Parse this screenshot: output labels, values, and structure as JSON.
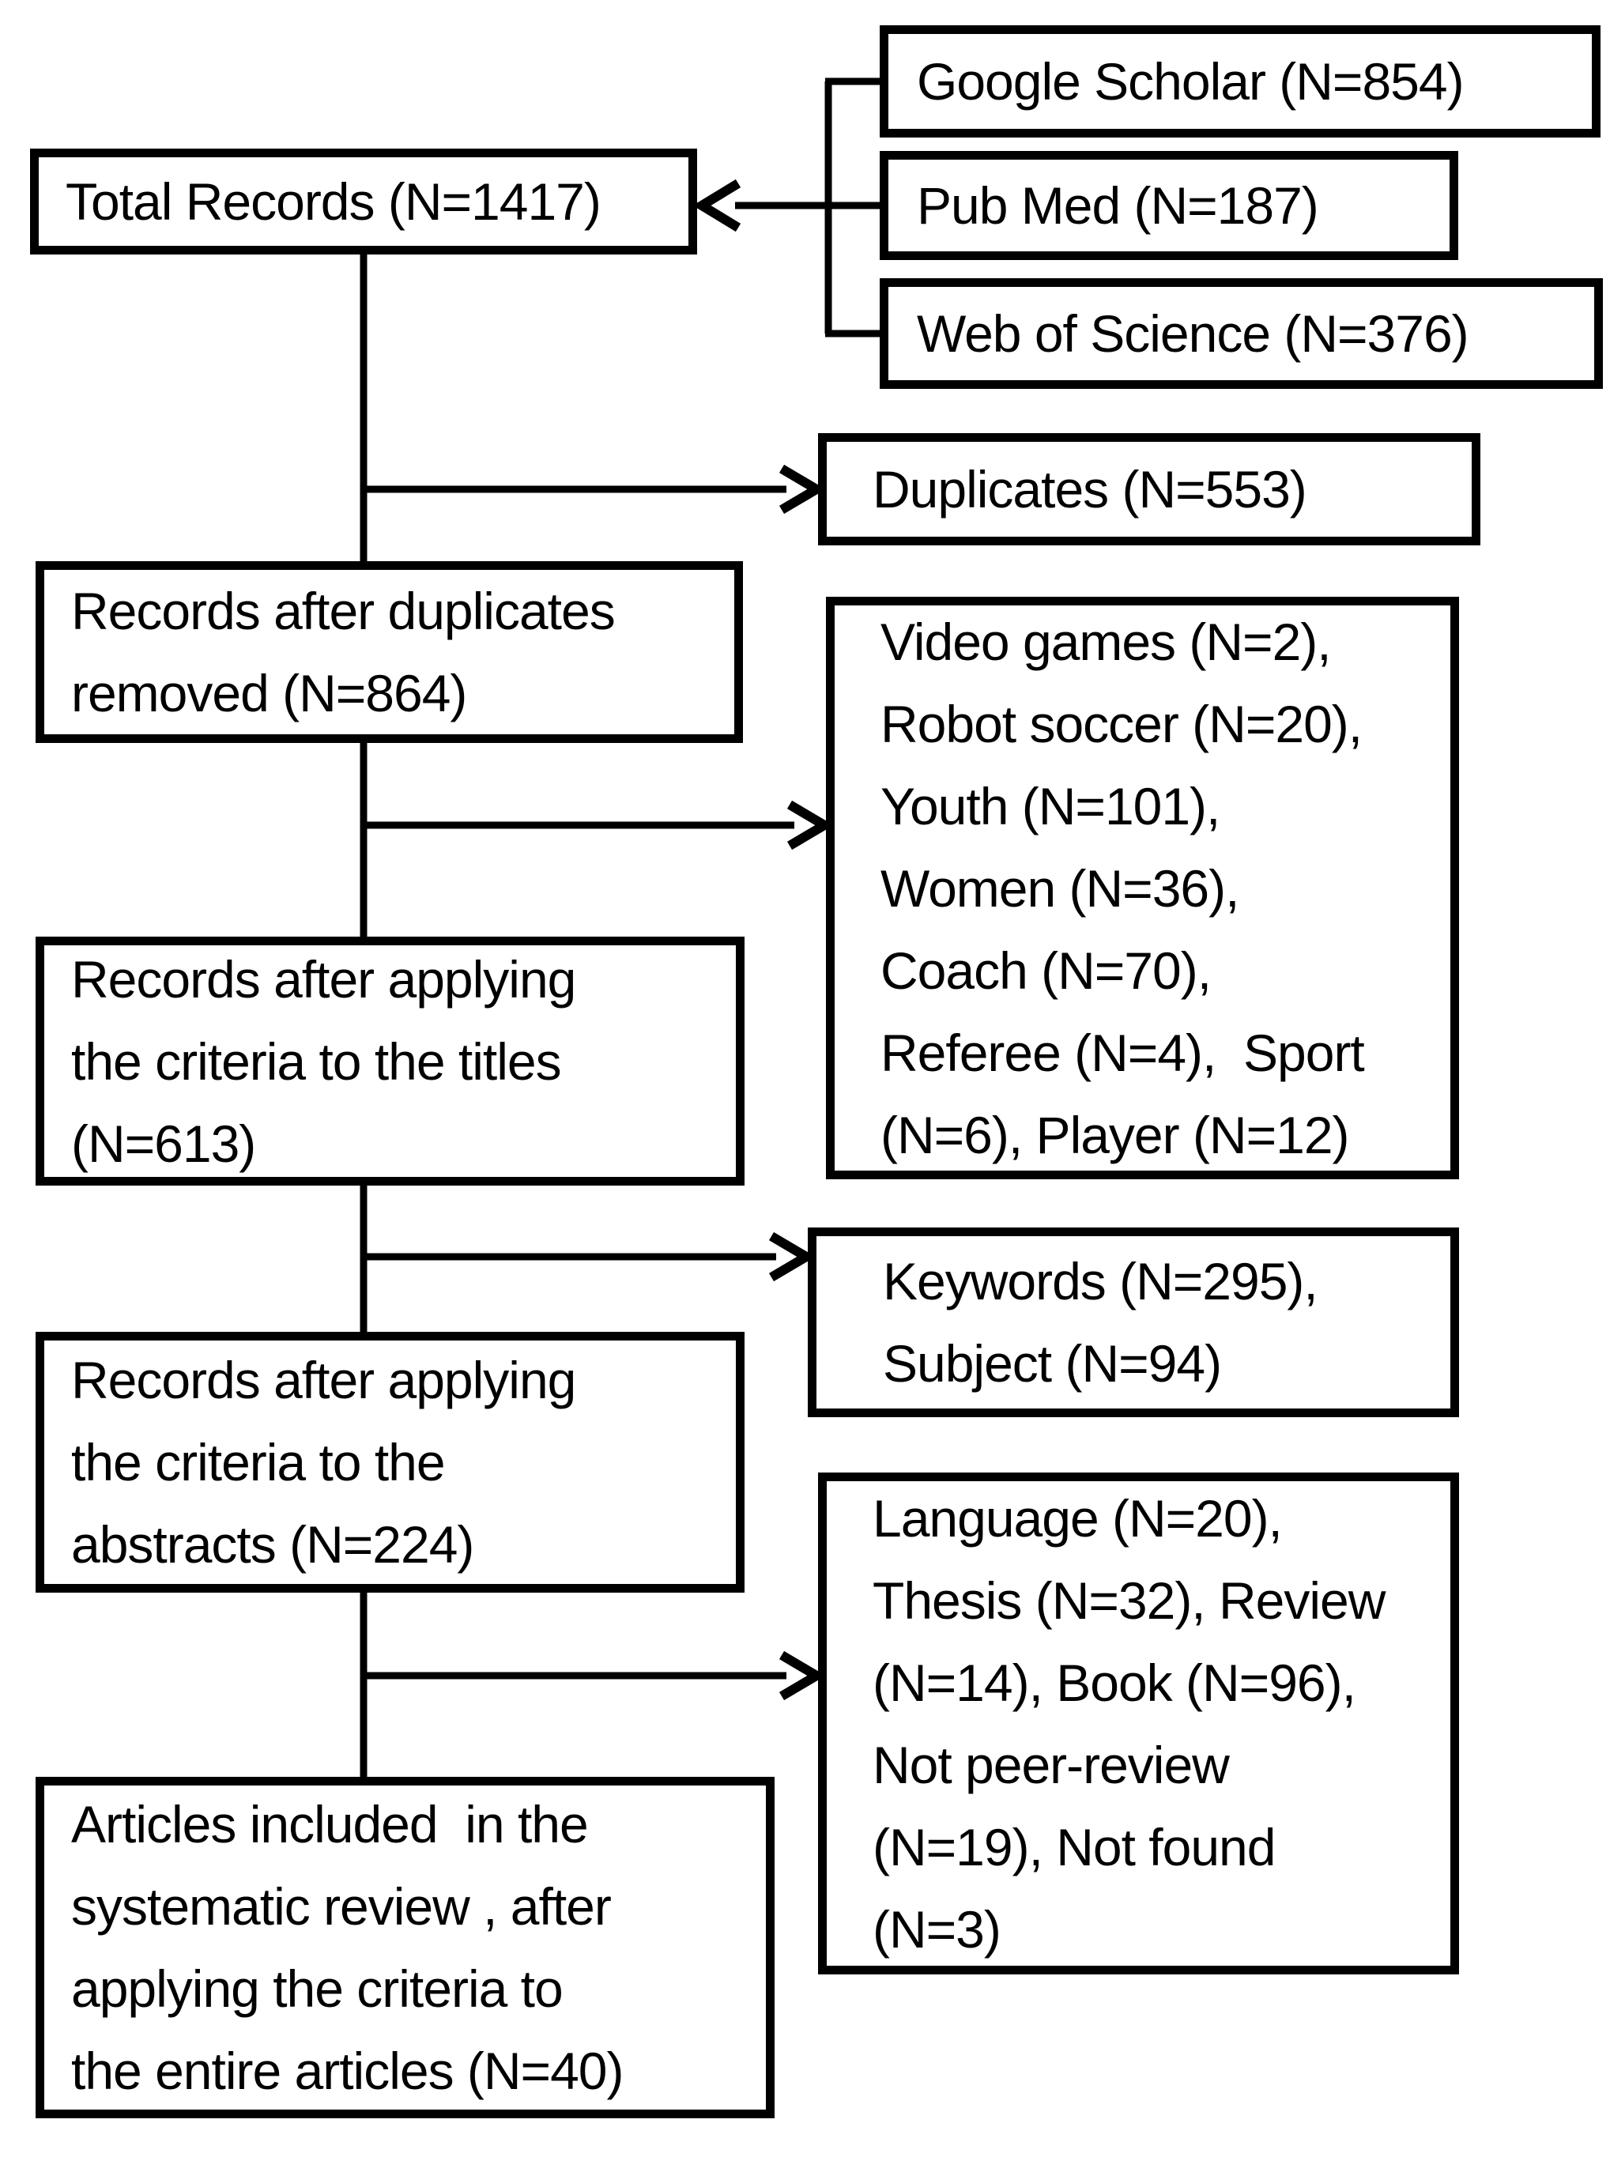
{
  "figure": {
    "kind": "flowchart",
    "colors": {
      "line": "#000000",
      "text": "#000000",
      "box_border": "#000000",
      "box_fill": "#ffffff",
      "background": "#ffffff"
    },
    "boxes": {
      "google_scholar": {
        "text": "Google Scholar (N=854)",
        "n": 854
      },
      "pub_med": {
        "text": "Pub Med (N=187)",
        "n": 187
      },
      "web_of_science": {
        "text": "Web of Science (N=376)",
        "n": 376
      },
      "total_records": {
        "text": "Total Records (N=1417)",
        "n": 1417
      },
      "duplicates": {
        "text": "Duplicates (N=553)",
        "n": 553
      },
      "after_duplicates": {
        "text": "Records after duplicates\nremoved (N=864)",
        "n": 864
      },
      "excluded_titles": {
        "text": "Video games (N=2),\nRobot soccer (N=20),\nYouth (N=101),\nWomen (N=36),\nCoach (N=70),\nReferee (N=4),  Sport\n(N=6), Player (N=12)",
        "items": [
          {
            "label": "Video games",
            "n": 2
          },
          {
            "label": "Robot soccer",
            "n": 20
          },
          {
            "label": "Youth",
            "n": 101
          },
          {
            "label": "Women",
            "n": 36
          },
          {
            "label": "Coach",
            "n": 70
          },
          {
            "label": "Referee",
            "n": 4
          },
          {
            "label": "Sport",
            "n": 6
          },
          {
            "label": "Player",
            "n": 12
          }
        ]
      },
      "after_titles": {
        "text": "Records after applying\nthe criteria to the titles\n(N=613)",
        "n": 613
      },
      "excluded_abstracts": {
        "text": "Keywords (N=295),\nSubject (N=94)",
        "items": [
          {
            "label": "Keywords",
            "n": 295
          },
          {
            "label": "Subject",
            "n": 94
          }
        ]
      },
      "after_abstracts": {
        "text": "Records after applying\nthe criteria to the\nabstracts (N=224)",
        "n": 224
      },
      "excluded_fulltext": {
        "text": "Language (N=20),\nThesis (N=32), Review\n(N=14), Book (N=96),\nNot peer-review\n(N=19), Not found\n(N=3)",
        "items": [
          {
            "label": "Language",
            "n": 20
          },
          {
            "label": "Thesis",
            "n": 32
          },
          {
            "label": "Review",
            "n": 14
          },
          {
            "label": "Book",
            "n": 96
          },
          {
            "label": "Not peer-review",
            "n": 19
          },
          {
            "label": "Not found",
            "n": 3
          }
        ]
      },
      "included": {
        "text": "Articles included  in the\nsystematic review , after\napplying the criteria to\nthe entire articles (N=40)",
        "n": 40
      }
    },
    "edges": [
      {
        "from": "google_scholar",
        "to": "total_records",
        "arrow": true
      },
      {
        "from": "pub_med",
        "to": "total_records",
        "arrow": true
      },
      {
        "from": "web_of_science",
        "to": "total_records",
        "arrow": true
      },
      {
        "from": "total_records",
        "to": "duplicates",
        "arrow": true
      },
      {
        "from": "total_records",
        "to": "after_duplicates",
        "arrow": false
      },
      {
        "from": "after_duplicates",
        "to": "excluded_titles",
        "arrow": true
      },
      {
        "from": "after_duplicates",
        "to": "after_titles",
        "arrow": false
      },
      {
        "from": "after_titles",
        "to": "excluded_abstracts",
        "arrow": true
      },
      {
        "from": "after_titles",
        "to": "after_abstracts",
        "arrow": false
      },
      {
        "from": "after_abstracts",
        "to": "excluded_fulltext",
        "arrow": true
      },
      {
        "from": "after_abstracts",
        "to": "included",
        "arrow": false
      }
    ]
  }
}
